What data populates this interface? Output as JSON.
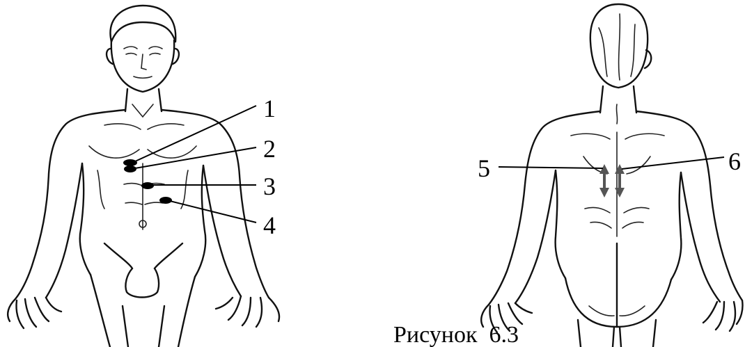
{
  "caption": "Рисунок  6.3",
  "front_markers": [
    {
      "label": "1"
    },
    {
      "label": "2"
    },
    {
      "label": "3"
    },
    {
      "label": "4"
    }
  ],
  "back_markers": [
    {
      "label": "5"
    },
    {
      "label": "6"
    }
  ],
  "colors": {
    "line": "#000000",
    "marker": "#000000",
    "arrow": "#555555",
    "background": "#ffffff"
  }
}
